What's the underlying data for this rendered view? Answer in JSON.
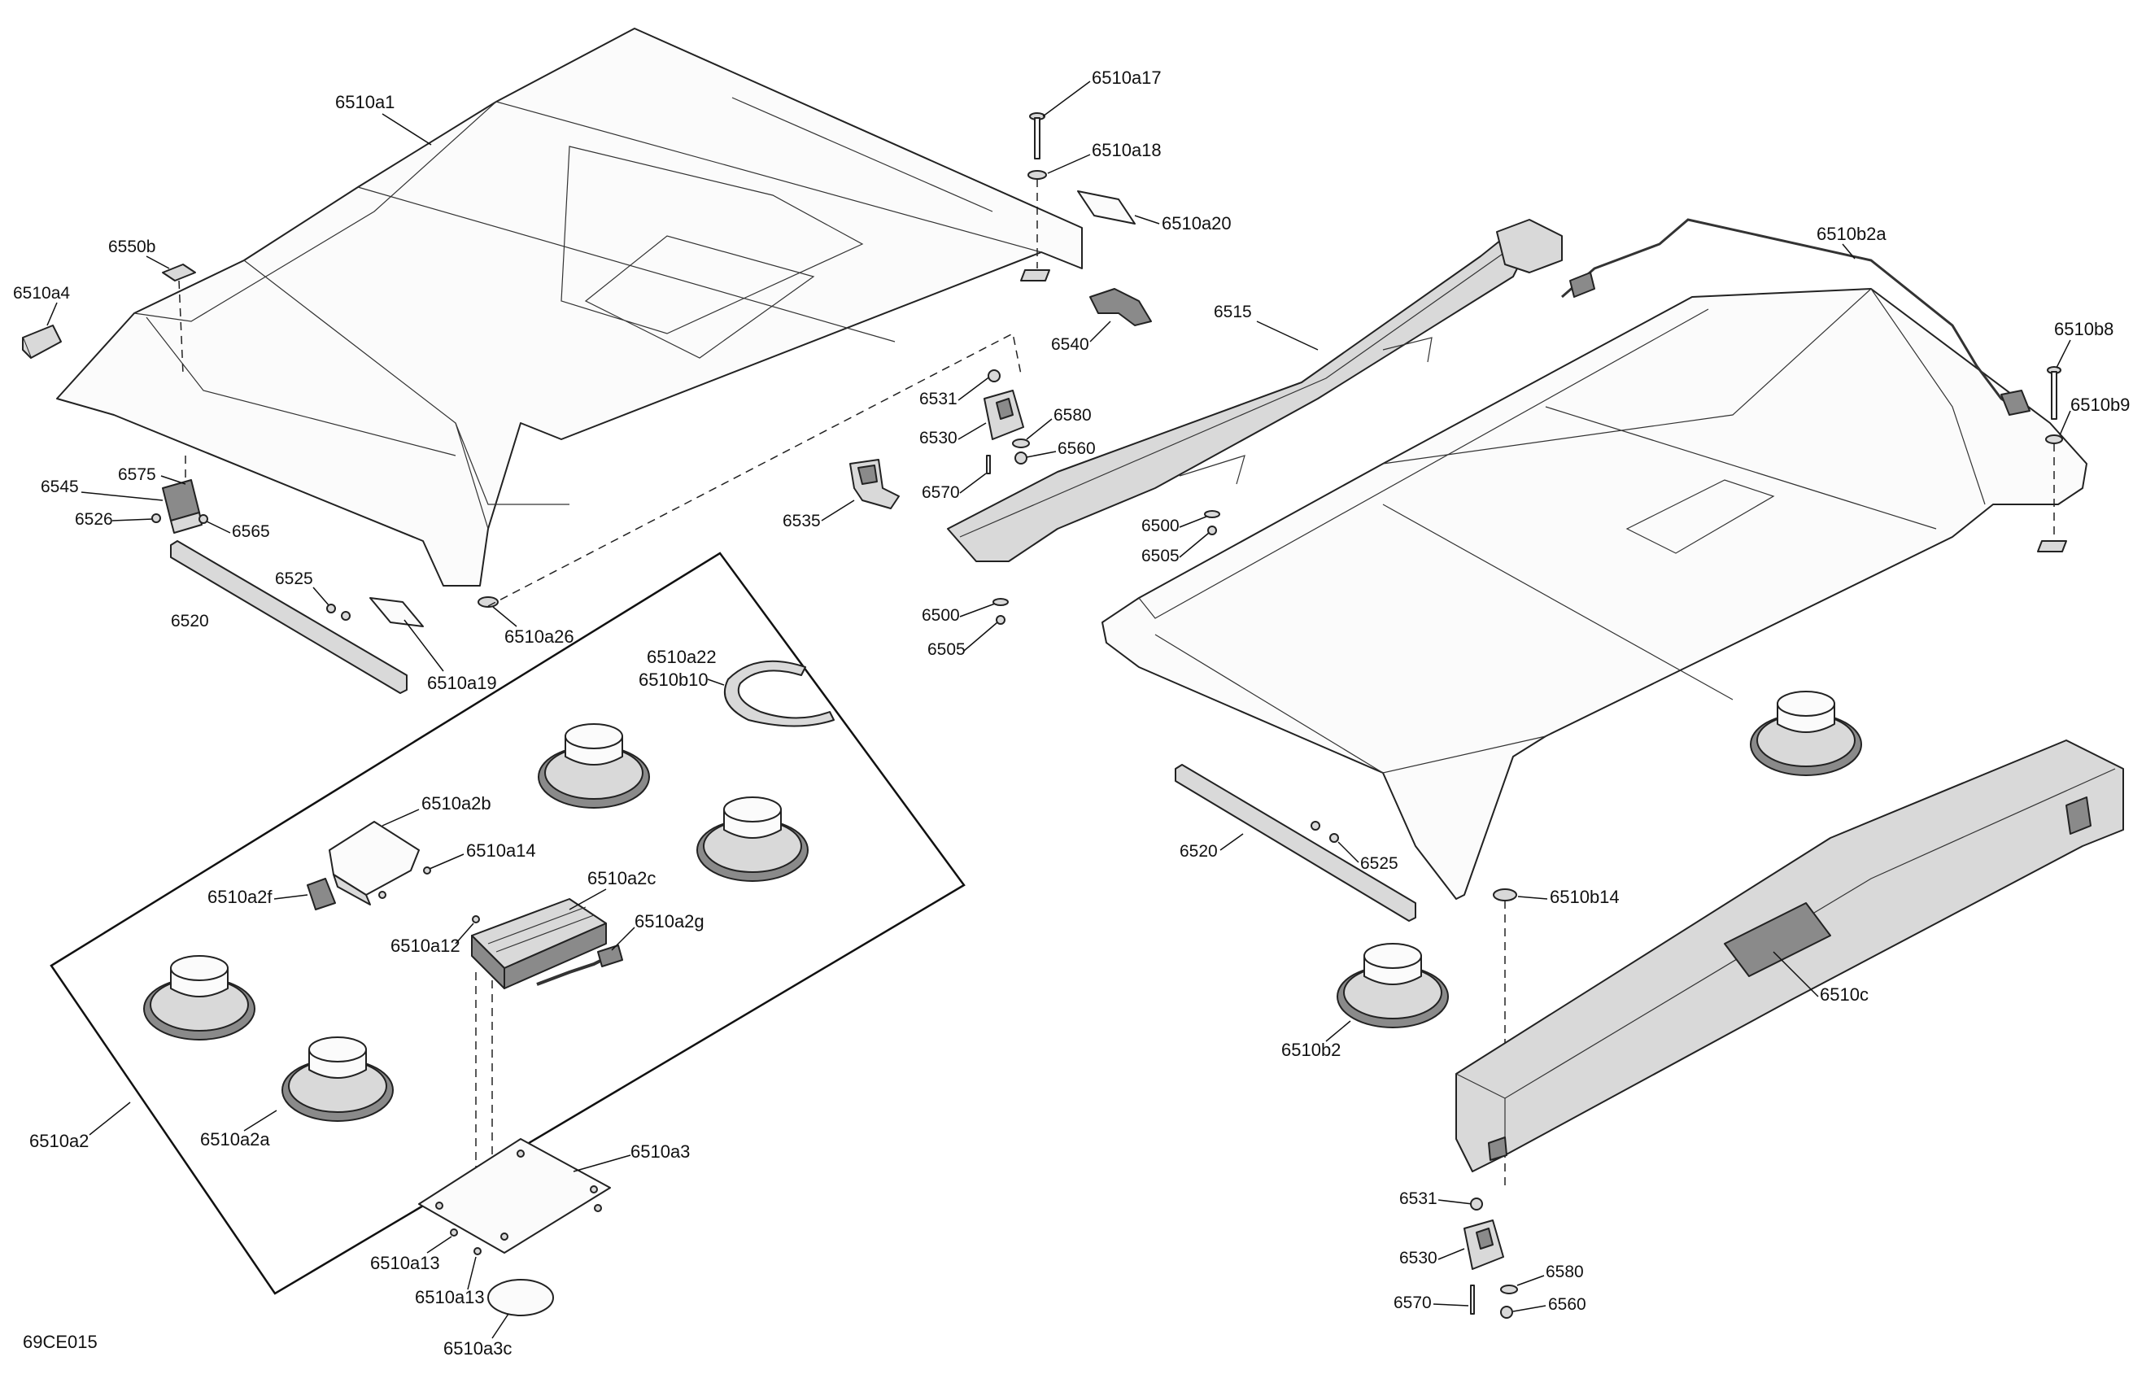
{
  "diagram": {
    "code": "69CE015",
    "labels": {
      "l_6510a1": "6510a1",
      "l_6510a17": "6510a17",
      "l_6510a18": "6510a18",
      "l_6510a20": "6510a20",
      "l_6550b": "6550b",
      "l_6510a4": "6510a4",
      "l_6545": "6545",
      "l_6575": "6575",
      "l_6526": "6526",
      "l_6565": "6565",
      "l_6525_left": "6525",
      "l_6520_left": "6520",
      "l_6510a26": "6510a26",
      "l_6510a19": "6510a19",
      "l_6531_top": "6531",
      "l_6530_top": "6530",
      "l_6580_top": "6580",
      "l_6560_top": "6560",
      "l_6570_top": "6570",
      "l_6535": "6535",
      "l_6540": "6540",
      "l_6515": "6515",
      "l_6500_a": "6500",
      "l_6505_a": "6505",
      "l_6500_b": "6500",
      "l_6505_b": "6505",
      "l_6510b2a": "6510b2a",
      "l_6510b8": "6510b8",
      "l_6510b9": "6510b9",
      "l_6510a22": "6510a22",
      "l_6510b10": "6510b10",
      "l_6510a2b": "6510a2b",
      "l_6510a14": "6510a14",
      "l_6510a2f": "6510a2f",
      "l_6510a2c": "6510a2c",
      "l_6510a12": "6510a12",
      "l_6510a2g": "6510a2g",
      "l_6510a2": "6510a2",
      "l_6510a2a": "6510a2a",
      "l_6510a3": "6510a3",
      "l_6510a13_a": "6510a13",
      "l_6510a13_b": "6510a13",
      "l_6510a3c": "6510a3c",
      "l_6520_right": "6520",
      "l_6525_right": "6525",
      "l_6510b14": "6510b14",
      "l_6510b2": "6510b2",
      "l_6510c": "6510c",
      "l_6531_bottom": "6531",
      "l_6530_bottom": "6530",
      "l_6580_bottom": "6580",
      "l_6570_bottom": "6570",
      "l_6560_bottom": "6560"
    }
  }
}
